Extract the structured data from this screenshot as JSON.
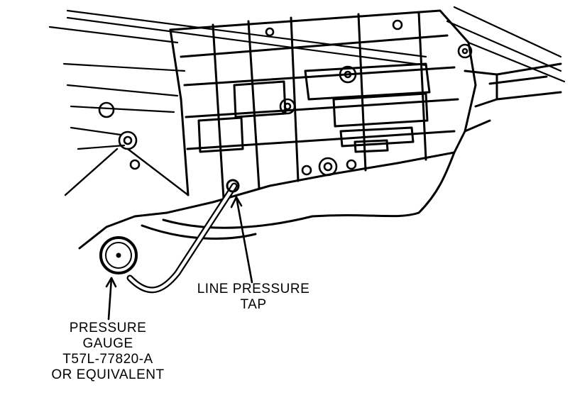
{
  "labels": {
    "line_pressure": {
      "line1": "LINE PRESSURE",
      "line2": "TAP"
    },
    "pressure_gauge": {
      "line1": "PRESSURE",
      "line2": "GAUGE",
      "line3": "T57L-77820-A",
      "line4": "OR EQUIVALENT"
    }
  },
  "colors": {
    "ink": "#000000",
    "paper": "#ffffff"
  }
}
